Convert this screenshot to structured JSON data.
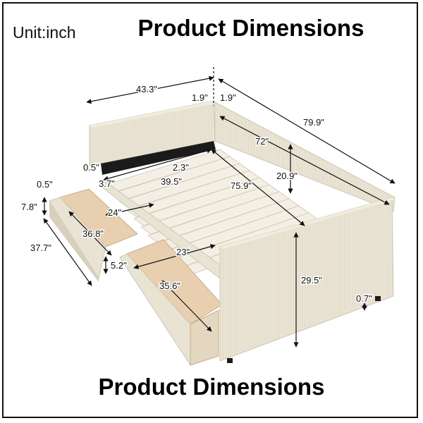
{
  "header": {
    "unit": "Unit:inch",
    "title": "Product Dimensions"
  },
  "footer": {
    "title": "Product Dimensions"
  },
  "dimensions": {
    "back_width": "43.3\"",
    "panel_left": "1.9\"",
    "panel_right": "1.9\"",
    "total_length": "79.9\"",
    "inner_length": "72\"",
    "top_rail_thick": "0.5\"",
    "slat_gap": "2.3\"",
    "slat_left_gap": "3.7\"",
    "inner_width": "39.5\"",
    "back_height": "20.9\"",
    "diag_length": "75.9\"",
    "drawer_edge": "0.5\"",
    "drawer_height": "7.8\"",
    "drawer_inner_width": "24\"",
    "drawer_inner_length": "36.8\"",
    "drawer_outer_length": "37.7\"",
    "drawer_depth": "5.2\"",
    "drawer2_width": "23\"",
    "drawer2_length": "35.6\"",
    "total_height": "29.5\"",
    "leg_height": "0.7\""
  },
  "colors": {
    "upholstery": "#e9e3d3",
    "upholstery_shade": "#d8d0bd",
    "slat": "#f3efe4",
    "drawer_wood": "#e7cfb0",
    "dark": "#1b1b1b"
  }
}
